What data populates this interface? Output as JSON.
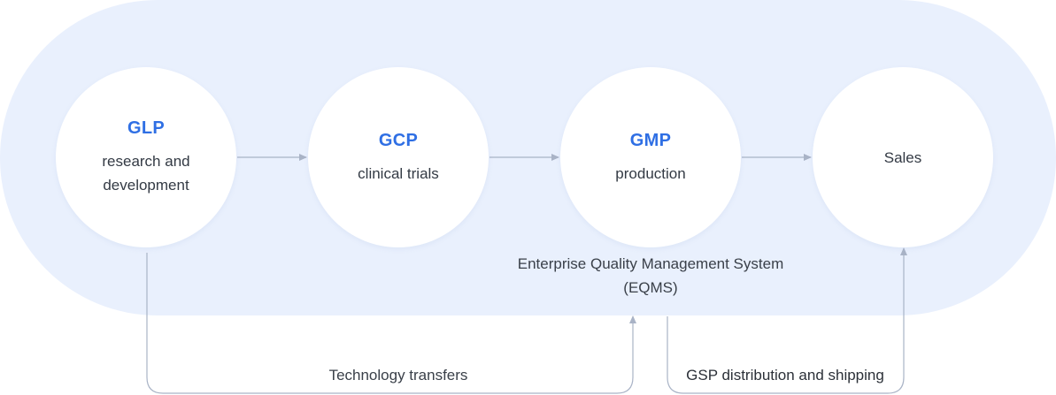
{
  "nodes": [
    {
      "code": "GLP",
      "desc": "research and development"
    },
    {
      "code": "GCP",
      "desc": "clinical trials"
    },
    {
      "code": "GMP",
      "desc": "production"
    },
    {
      "code": "",
      "desc": "Sales"
    }
  ],
  "eqms": {
    "line1": "Enterprise Quality Management System",
    "line2": "(EQMS)"
  },
  "flows": {
    "technology_transfers": "Technology transfers",
    "gsp_distribution": "GSP distribution and shipping"
  },
  "colors": {
    "background_band": "#e9f0fd",
    "accent": "#2f6fe4",
    "connector": "#a9b3c6",
    "text": "#333a44"
  }
}
